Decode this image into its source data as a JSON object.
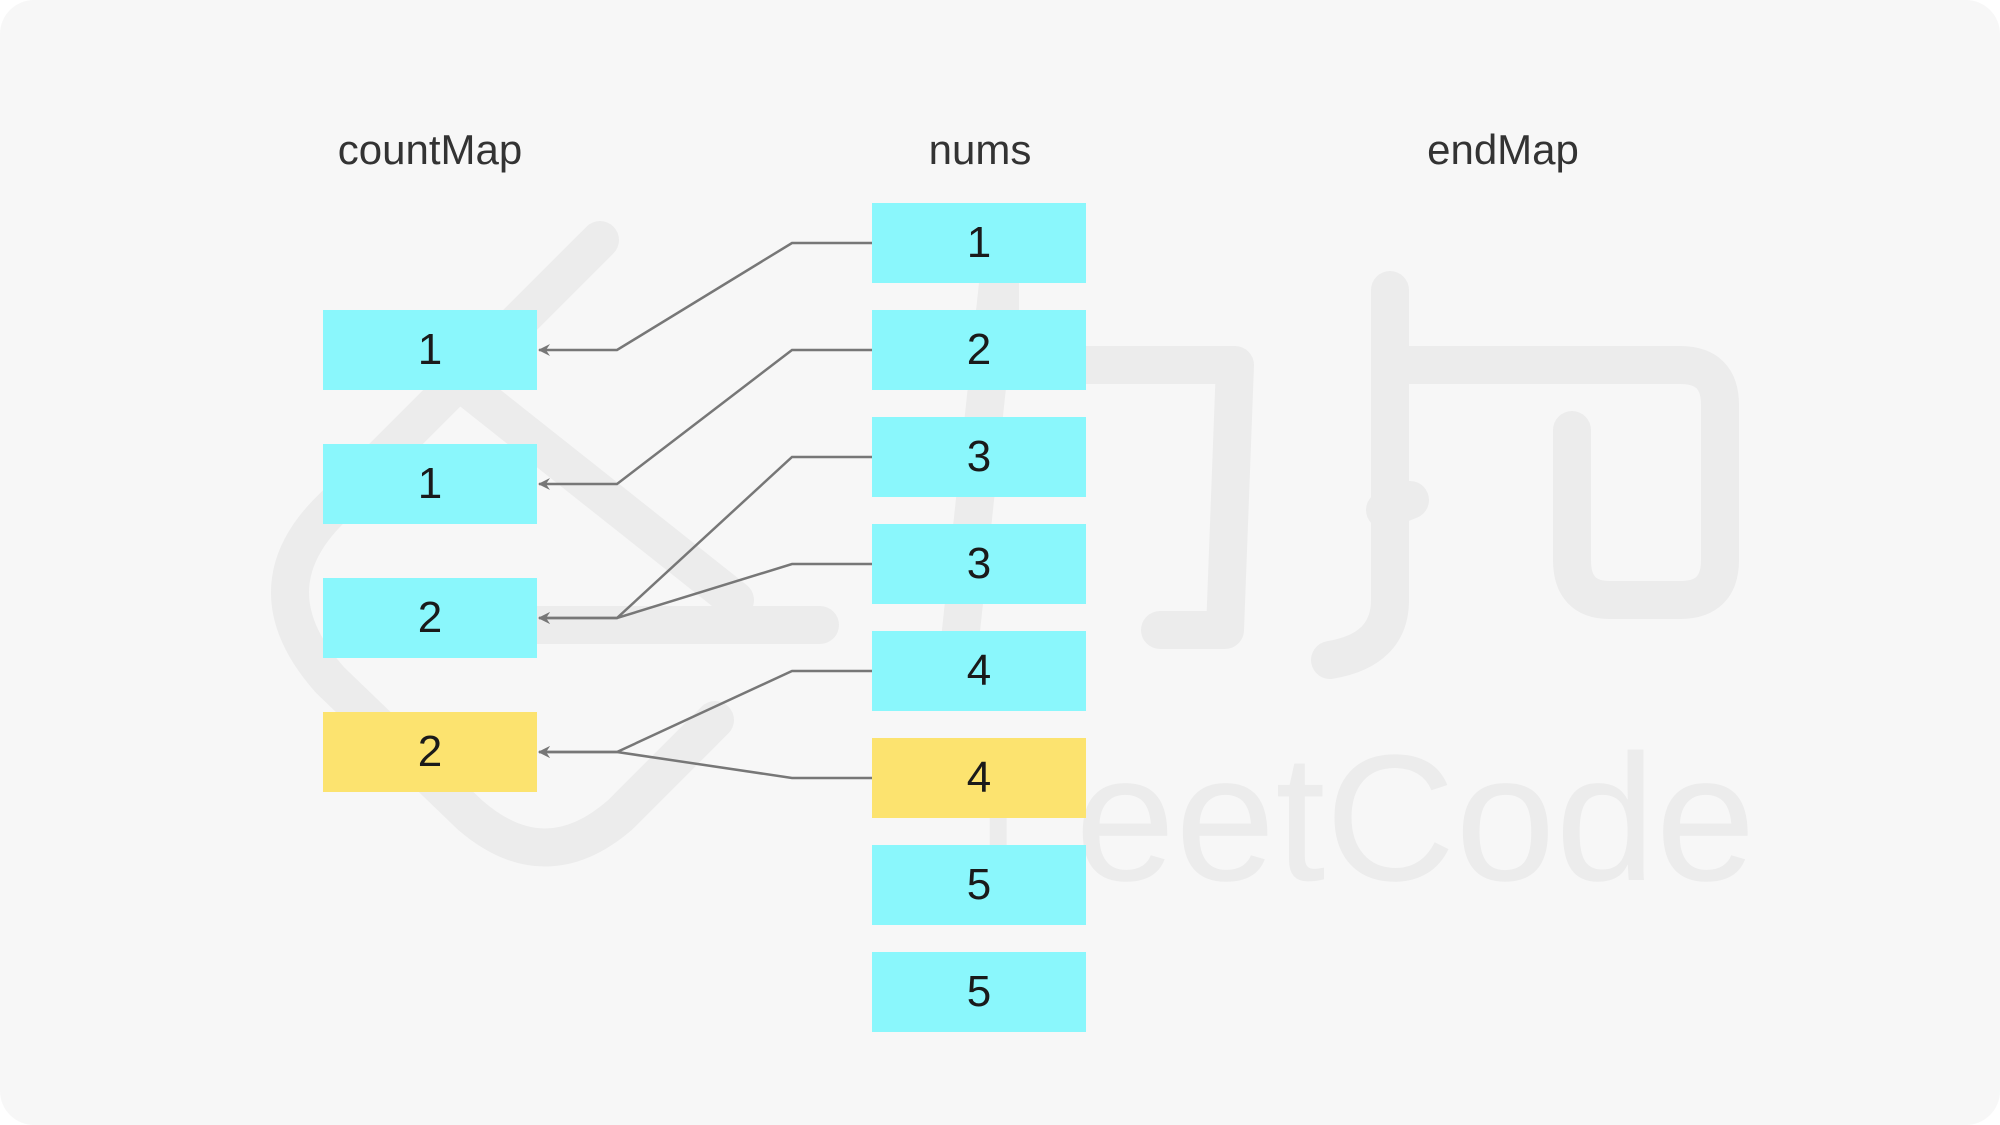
{
  "headings": {
    "count_map": "countMap",
    "nums": "nums",
    "end_map": "endMap"
  },
  "watermark": {
    "brand_text": "LeetCode",
    "brand_cjk": "力扣"
  },
  "colors": {
    "cell_default": "#8af7fc",
    "cell_highlight": "#fce36f",
    "arrow": "#777777",
    "watermark": "#ececec"
  },
  "nums": [
    {
      "value": "1",
      "highlight": false
    },
    {
      "value": "2",
      "highlight": false
    },
    {
      "value": "3",
      "highlight": false
    },
    {
      "value": "3",
      "highlight": false
    },
    {
      "value": "4",
      "highlight": false
    },
    {
      "value": "4",
      "highlight": true
    },
    {
      "value": "5",
      "highlight": false
    },
    {
      "value": "5",
      "highlight": false
    }
  ],
  "count_map": [
    {
      "value": "1",
      "highlight": false
    },
    {
      "value": "1",
      "highlight": false
    },
    {
      "value": "2",
      "highlight": false
    },
    {
      "value": "2",
      "highlight": true
    }
  ],
  "mappings": [
    {
      "from_num": 0,
      "to_count": 0
    },
    {
      "from_num": 1,
      "to_count": 1
    },
    {
      "from_num": 2,
      "to_count": 2
    },
    {
      "from_num": 3,
      "to_count": 2
    },
    {
      "from_num": 4,
      "to_count": 3
    },
    {
      "from_num": 5,
      "to_count": 3
    }
  ]
}
